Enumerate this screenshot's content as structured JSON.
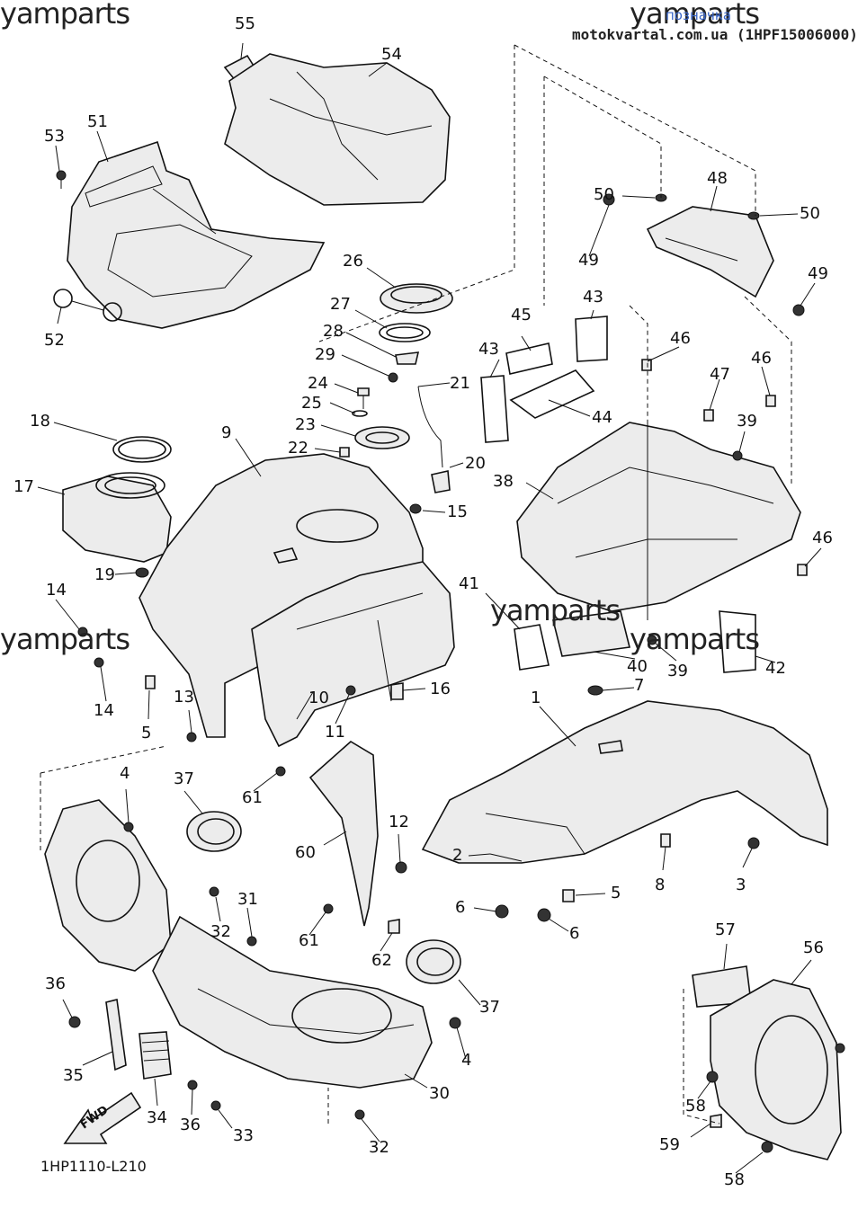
{
  "watermarks": [
    "yamparts",
    "yamparts",
    "yamparts",
    "yamparts",
    "yamparts"
  ],
  "header": {
    "link_text": "позначка",
    "site_text": "motokvartal.com.ua (1HPF15006000)"
  },
  "diagram_code": "1HP1110-L210",
  "fwd_label": "FWD",
  "callouts": [
    "55",
    "54",
    "53",
    "51",
    "52",
    "26",
    "27",
    "28",
    "29",
    "24",
    "25",
    "23",
    "22",
    "21",
    "20",
    "18",
    "9",
    "17",
    "19",
    "15",
    "14",
    "14",
    "5",
    "13",
    "10",
    "11",
    "16",
    "45",
    "43",
    "43",
    "44",
    "50",
    "48",
    "50",
    "49",
    "49",
    "46",
    "47",
    "46",
    "39",
    "38",
    "46",
    "41",
    "40",
    "39",
    "42",
    "7",
    "1",
    "4",
    "37",
    "61",
    "12",
    "2",
    "3",
    "5",
    "8",
    "6",
    "6",
    "60",
    "31",
    "32",
    "61",
    "62",
    "37",
    "36",
    "35",
    "34",
    "36",
    "33",
    "30",
    "4",
    "32",
    "57",
    "56",
    "58",
    "59",
    "58"
  ]
}
